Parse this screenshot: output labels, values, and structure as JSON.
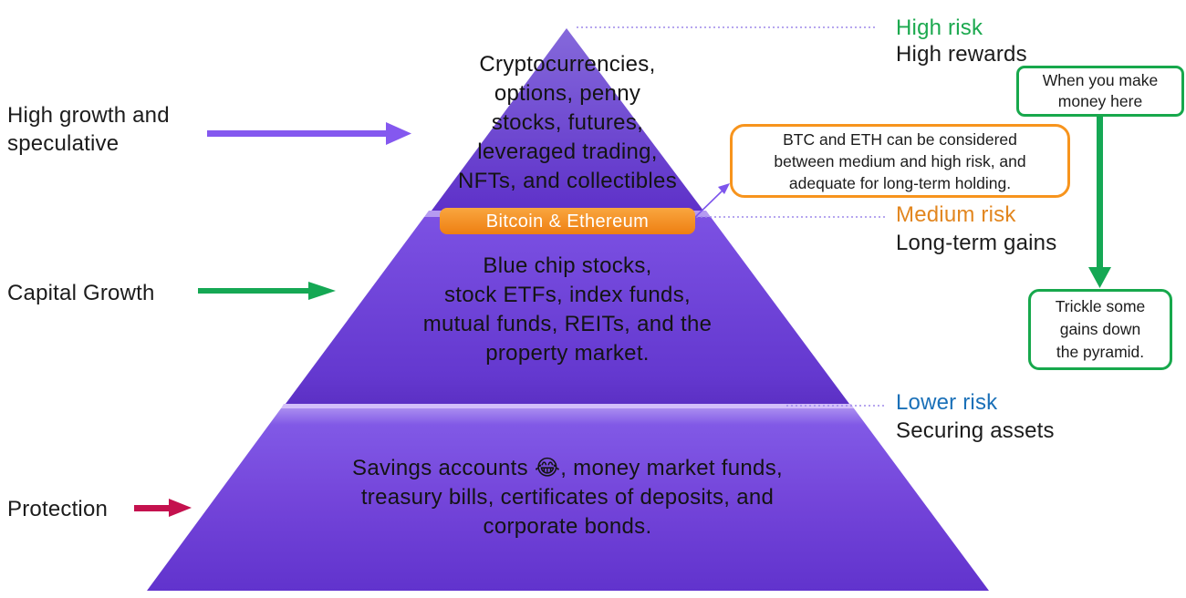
{
  "title_hint": "investment-risk-pyramid-diagram",
  "pyramid": {
    "band_label": "Bitcoin & Ethereum",
    "tiers": [
      {
        "id": "top",
        "text": "Cryptocurrencies,\noptions, penny\nstocks, futures,\nleveraged trading,\nNFTs, and collectibles"
      },
      {
        "id": "middle",
        "text": "Blue chip stocks,\nstock ETFs, index funds,\nmutual funds, REITs, and the\nproperty market."
      },
      {
        "id": "bottom",
        "text": "Savings accounts 😂, money market funds,\ntreasury bills, certificates of deposits, and\ncorporate bonds."
      }
    ]
  },
  "left_labels": [
    {
      "label": "High growth and\nspeculative",
      "arrow_color": "#8458ef"
    },
    {
      "label": "Capital Growth",
      "arrow_color": "#15a854"
    },
    {
      "label": "Protection",
      "arrow_color": "#c4114e"
    }
  ],
  "right_labels": [
    {
      "risk": "High risk",
      "reward": "High rewards",
      "risk_color": "#1ca94f"
    },
    {
      "risk": "Medium risk",
      "reward": "Long-term gains",
      "risk_color": "#e2861f"
    },
    {
      "risk": "Lower risk",
      "reward": "Securing assets",
      "risk_color": "#1a70b8"
    }
  ],
  "callouts": {
    "btc_note": "BTC and ETH can be considered\nbetween medium and high risk, and\nadequate for long-term holding.",
    "make_money": "When you make\nmoney here",
    "trickle": "Trickle some\ngains down\nthe pyramid."
  },
  "colors": {
    "pyramid_purple_dark": "#592dbf",
    "pyramid_purple_light": "#a98cf0",
    "band_orange": "#f18a1e",
    "callout_orange_border": "#f7941d",
    "callout_green_border": "#17a84c",
    "dotted_line": "#9d89ea",
    "arrow_purple": "#8458ef",
    "arrow_green": "#15a854",
    "arrow_crimson": "#c4114e"
  }
}
